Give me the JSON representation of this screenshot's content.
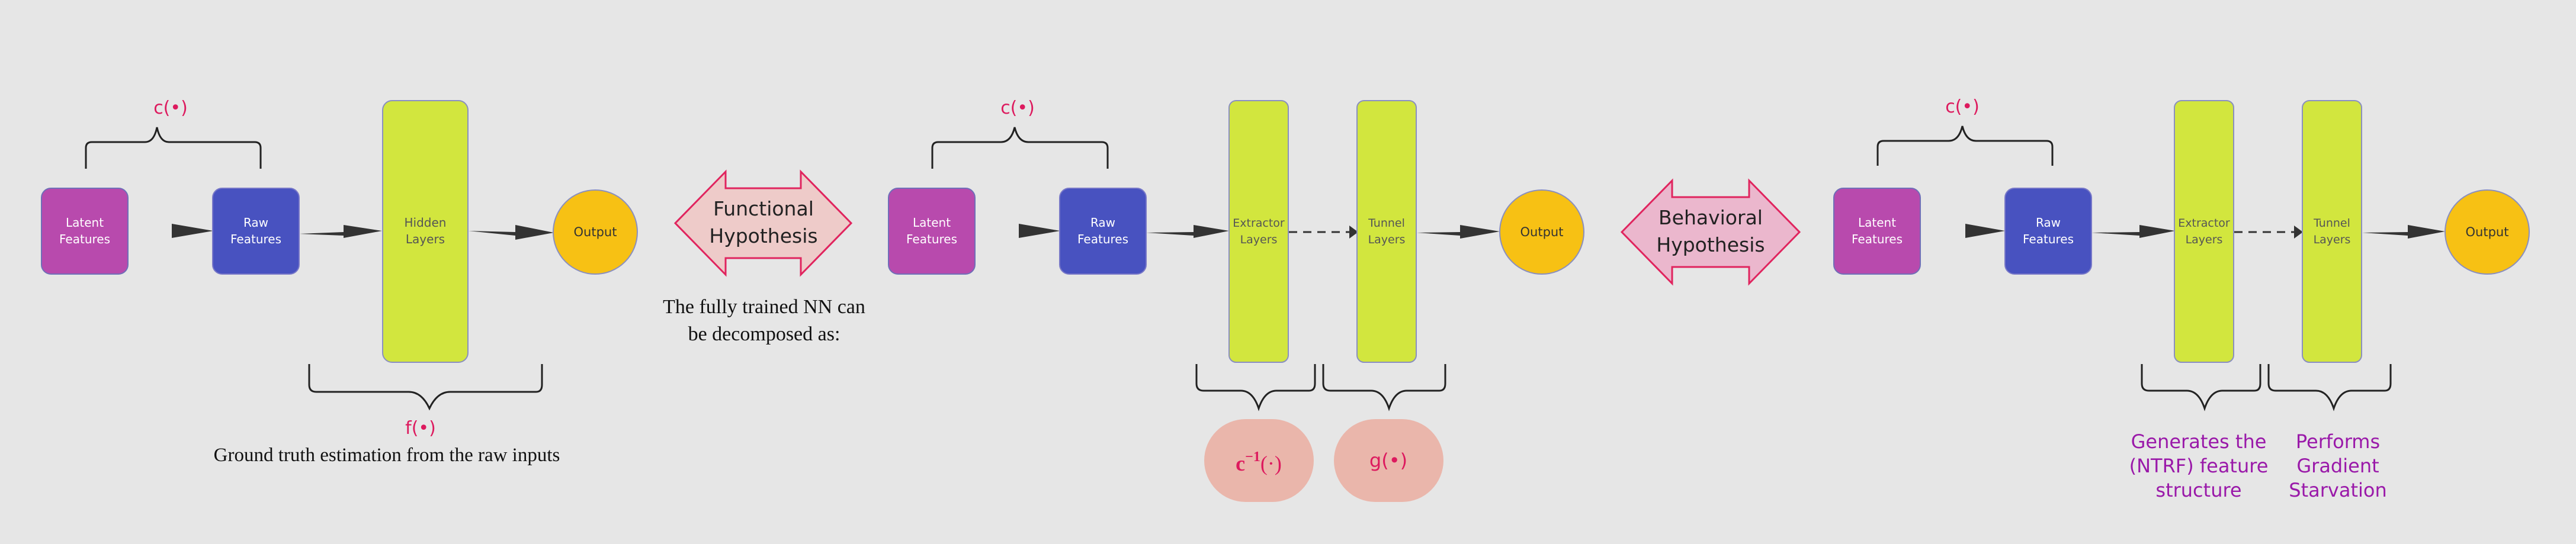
{
  "colors": {
    "background": "#e6e6e6",
    "latent": "#b84aad",
    "raw": "#4852c0",
    "layer": "#d2e63e",
    "output": "#f7c114",
    "hypothesis_fill": "#eecbc9",
    "hypothesis_fill_alt": "#ebb7cd",
    "hypothesis_stroke": "#e0245e",
    "math_red": "#dd1a5e",
    "pill": "#eab6ab",
    "purple_text": "#9a19a9"
  },
  "panel1": {
    "c_label": "c(•)",
    "latent": [
      "Latent",
      "Features"
    ],
    "raw": [
      "Raw",
      "Features"
    ],
    "hidden": [
      "Hidden",
      "Layers"
    ],
    "output": "Output",
    "f_label": "f(•)",
    "caption": "Ground truth estimation from the raw inputs"
  },
  "functional": {
    "label": [
      "Functional",
      "Hypothesis"
    ],
    "caption": [
      "The fully trained NN can",
      "be decomposed as:"
    ]
  },
  "panel2": {
    "c_label": "c(•)",
    "latent": [
      "Latent",
      "Features"
    ],
    "raw": [
      "Raw",
      "Features"
    ],
    "extractor": [
      "Extractor",
      "Layers"
    ],
    "tunnel": [
      "Tunnel",
      "Layers"
    ],
    "output": "Output",
    "pill_cinv_base": "c",
    "pill_cinv_sup": "−1",
    "pill_cinv_arg": "(·)",
    "pill_g": "g(•)"
  },
  "behavioral": {
    "label": [
      "Behavioral",
      "Hypothesis"
    ]
  },
  "panel3": {
    "c_label": "c(•)",
    "latent": [
      "Latent",
      "Features"
    ],
    "raw": [
      "Raw",
      "Features"
    ],
    "extractor": [
      "Extractor",
      "Layers"
    ],
    "tunnel": [
      "Tunnel",
      "Layers"
    ],
    "output": "Output",
    "extractor_note": [
      "Generates the",
      "(NTRF) feature",
      "structure"
    ],
    "tunnel_note": [
      "Performs",
      "Gradient",
      "Starvation"
    ]
  }
}
